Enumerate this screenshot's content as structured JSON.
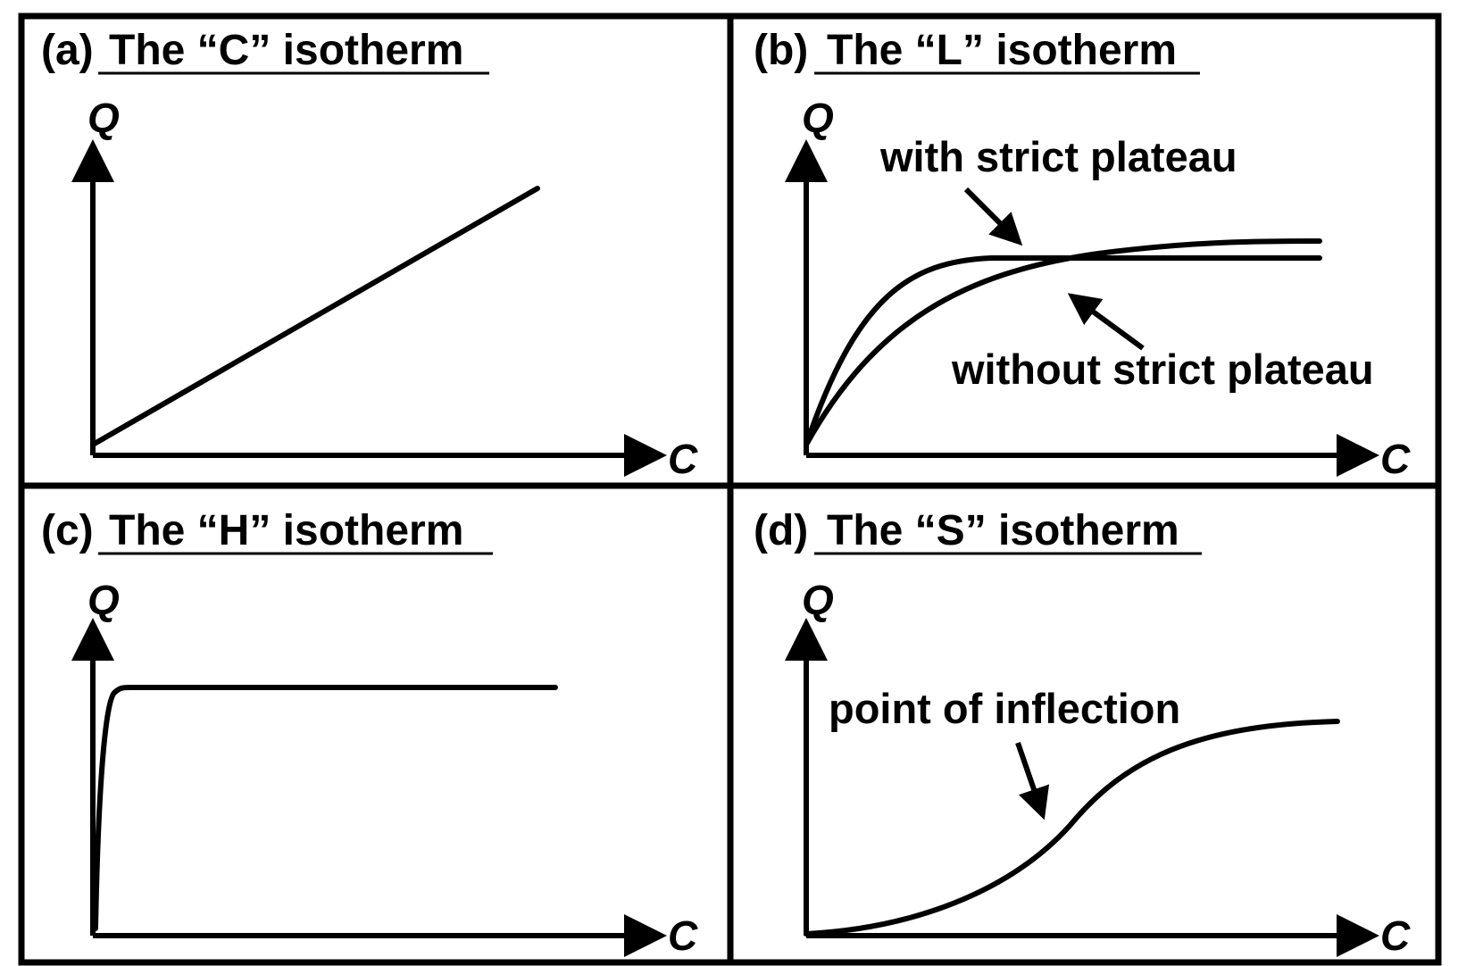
{
  "panels": [
    {
      "id": "a",
      "prefix": "(a)",
      "title": "The “C” isotherm",
      "y_axis": "Q",
      "x_axis": "C"
    },
    {
      "id": "b",
      "prefix": "(b)",
      "title": "The “L” isotherm",
      "y_axis": "Q",
      "x_axis": "C",
      "annotations": {
        "with": "with strict plateau",
        "without": "without strict plateau"
      }
    },
    {
      "id": "c",
      "prefix": "(c)",
      "title": "The “H” isotherm",
      "y_axis": "Q",
      "x_axis": "C"
    },
    {
      "id": "d",
      "prefix": "(d)",
      "title": "The “S” isotherm",
      "y_axis": "Q",
      "x_axis": "C",
      "annotations": {
        "inflection": "point of inflection"
      }
    }
  ],
  "colors": {
    "stroke": "#000000",
    "background": "#ffffff"
  }
}
